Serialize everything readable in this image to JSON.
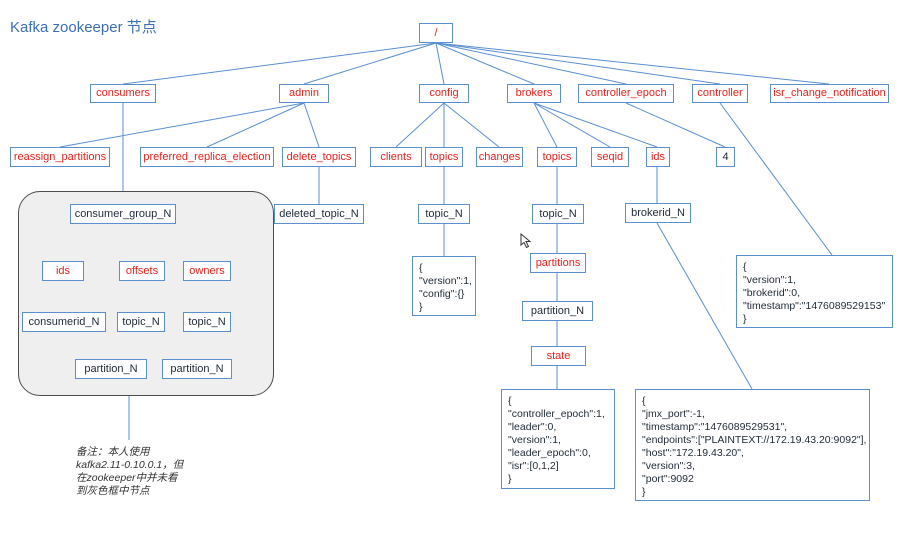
{
  "title": "Kafka zookeeper 节点",
  "nodes": {
    "root": "/",
    "consumers": "consumers",
    "admin": "admin",
    "config": "config",
    "brokers": "brokers",
    "controller_epoch": "controller_epoch",
    "controller": "controller",
    "isr_change_notification": "isr_change_notification",
    "reassign_partitions": "reassign_partitions",
    "preferred_replica_election": "preferred_replica_election",
    "delete_topics": "delete_topics",
    "clients": "clients",
    "config_topics": "topics",
    "changes": "changes",
    "brokers_topics": "topics",
    "seqid": "seqid",
    "ids": "ids",
    "controller_epoch_value": "4",
    "consumer_group_n": "consumer_group_N",
    "group_ids": "ids",
    "offsets": "offsets",
    "owners": "owners",
    "consumerid_n": "consumerid_N",
    "offsets_topic_n": "topic_N",
    "owners_topic_n": "topic_N",
    "offsets_partition_n": "partition_N",
    "owners_partition_n": "partition_N",
    "deleted_topic_n": "deleted_topic_N",
    "config_topic_n": "topic_N",
    "brokers_topic_n": "topic_N",
    "partitions": "partitions",
    "partition_n": "partition_N",
    "state": "state",
    "brokerid_n": "brokerid_N"
  },
  "json_boxes": {
    "config_topic": "{\n\"version\":1,\n\"config\":{}\n}",
    "controller": "{\n\"version\":1,\n\"brokerid\":0,\n\"timestamp\":\"1476089529153\"\n}",
    "state": "{\n\"controller_epoch\":1,\n\"leader\":0,\n\"version\":1,\n\"leader_epoch\":0,\n\"isr\":[0,1,2]\n}",
    "broker": "{\n\"jmx_port\":-1,\n\"timestamp\":\"1476089529531\",\n\"endpoints\":[\"PLAINTEXT://172.19.43.20:9092\"],\n\"host\":\"172.19.43.20\",\n\"version\":3,\n\"port\":9092\n}"
  },
  "note": "备注：本人使用\nkafka2.11-0.10.0.1，但\n在zookeeper中并未看\n到灰色框中节点",
  "colors": {
    "node_border": "#5b8fd0",
    "edge": "#5b8fd0",
    "red_text": "#e8201a",
    "dark_text": "#1f2a36",
    "title": "#3b6fb6",
    "group_fill": "#efefef"
  }
}
